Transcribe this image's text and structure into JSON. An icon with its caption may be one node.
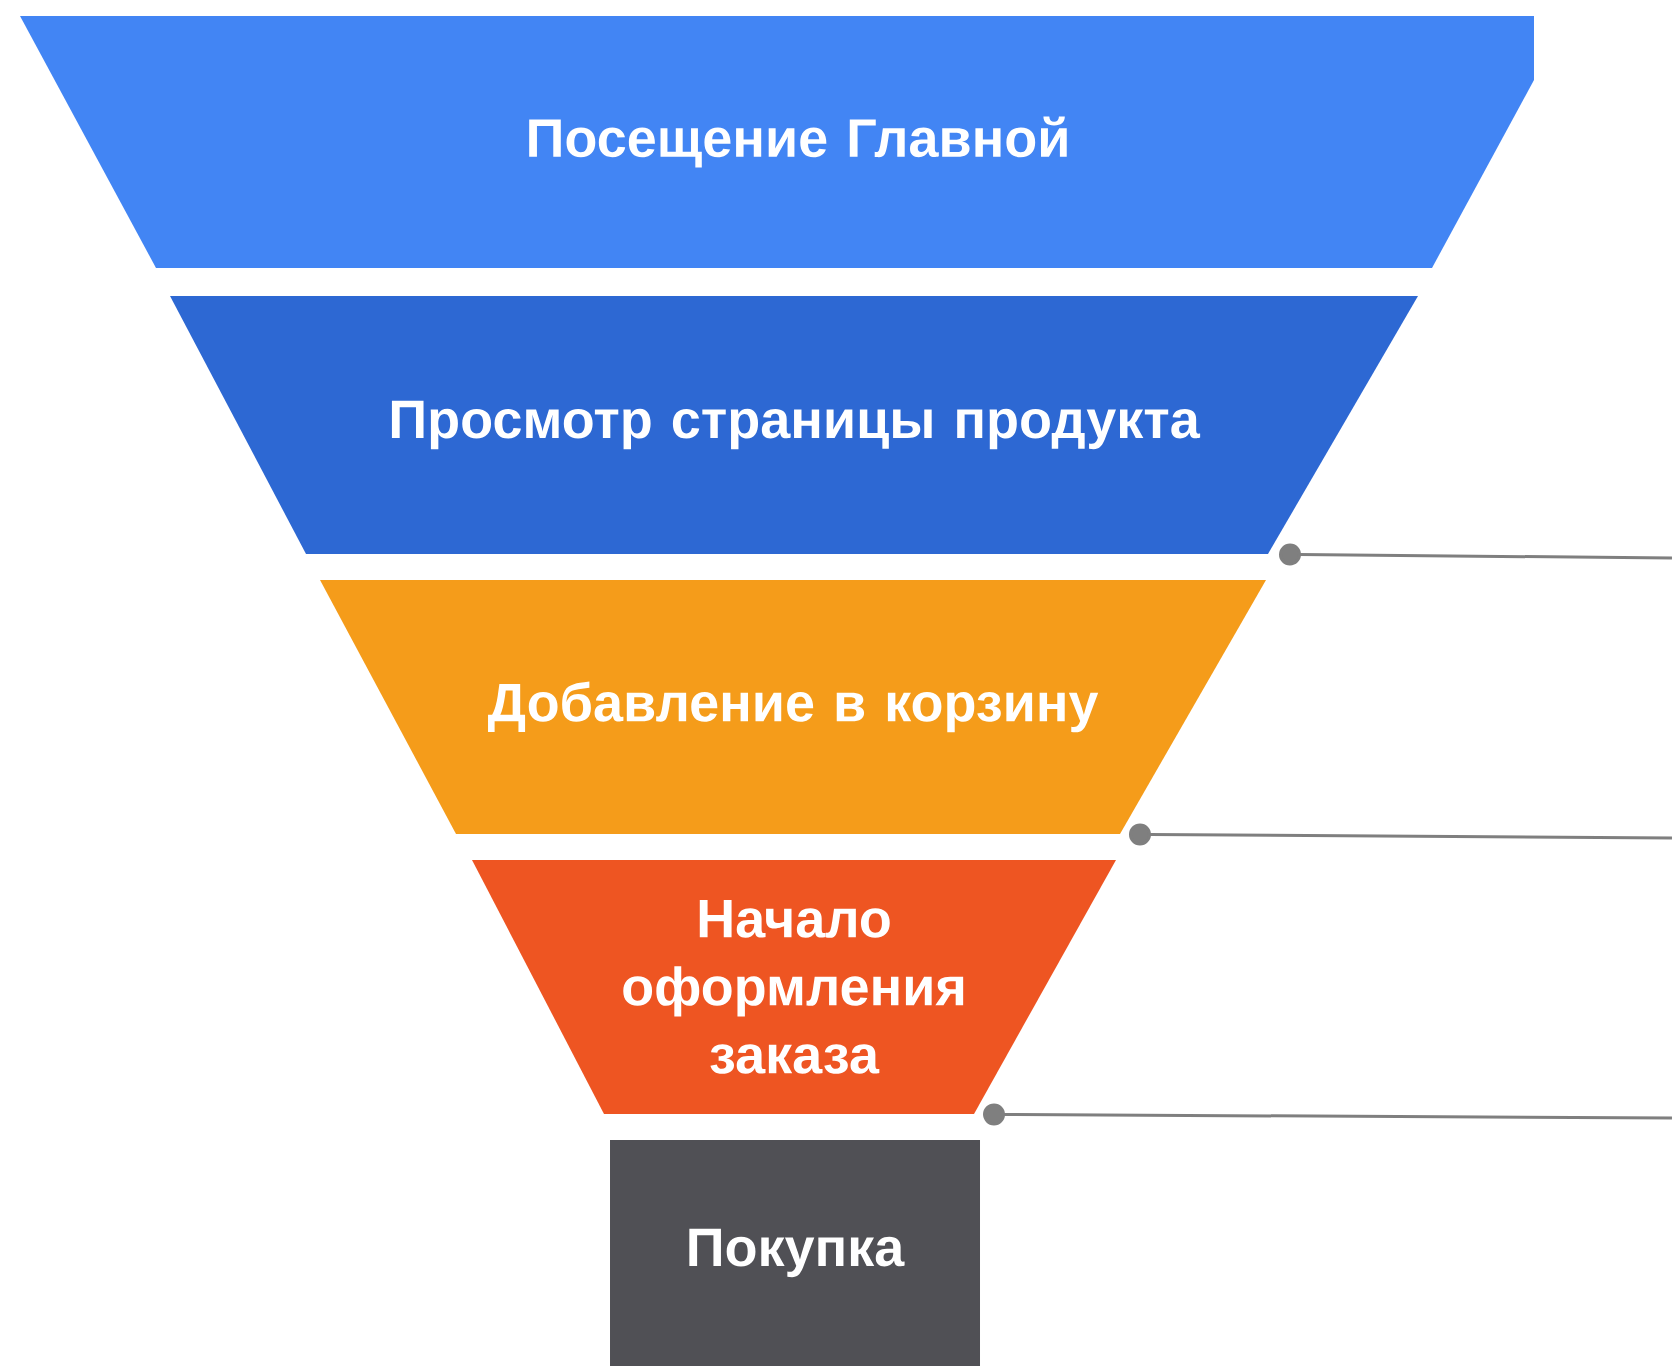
{
  "diagram": {
    "nodes": [
      {
        "text": [
          "Посещение Главной"
        ]
      },
      {
        "text": [
          "Просмотр страницы продукта"
        ]
      },
      {
        "text": [
          "Добавление в корзину"
        ]
      },
      {
        "text": [
          "Начало оформления заказа"
        ]
      },
      {
        "text": [
          "Покупка"
        ]
      }
    ],
    "edges": [
      {
        "from": 1,
        "to": null,
        "arrow": "other"
      },
      {
        "from": 2,
        "to": null,
        "arrow": "other"
      },
      {
        "from": 3,
        "to": null,
        "arrow": "other"
      }
    ]
  }
}
